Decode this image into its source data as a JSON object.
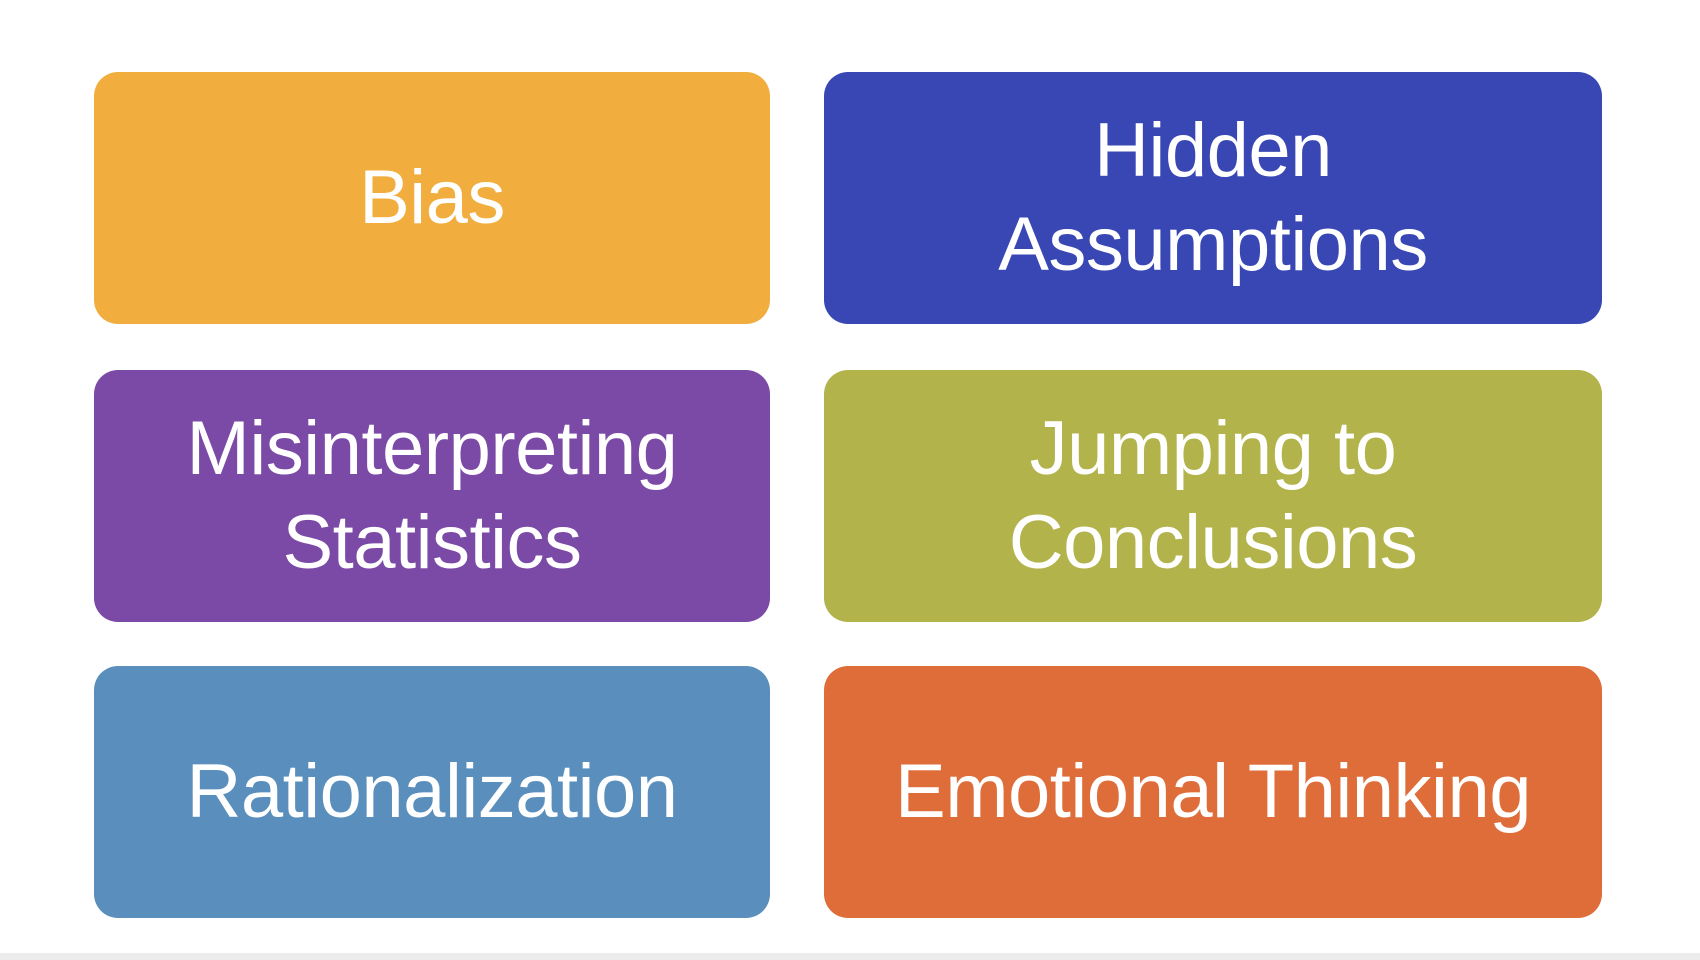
{
  "tiles": [
    {
      "label": "Bias",
      "color": "#f1ae3e"
    },
    {
      "label": "Hidden\nAssumptions",
      "color": "#3847b3"
    },
    {
      "label": "Misinterpreting\nStatistics",
      "color": "#7b4aa6"
    },
    {
      "label": "Jumping to\nConclusions",
      "color": "#b2b44b"
    },
    {
      "label": "Rationalization",
      "color": "#5a8fbd"
    },
    {
      "label": "Emotional Thinking",
      "color": "#de6d3a"
    }
  ]
}
